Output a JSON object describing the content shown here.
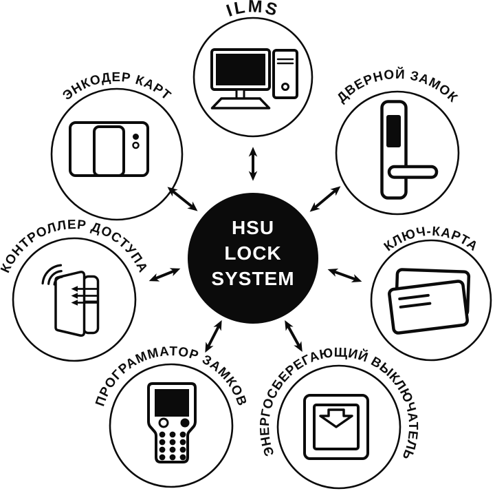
{
  "hub": {
    "id": "hsu-lock-system",
    "label": "HSU LOCK SYSTEM",
    "label_lines": [
      "HSU",
      "LOCK",
      "SYSTEM"
    ]
  },
  "nodes": [
    {
      "id": "ilms",
      "label": "ILMS",
      "icon": "desktop-computer-icon"
    },
    {
      "id": "door-lock",
      "label": "ДВЕРНОЙ ЗАМОК",
      "icon": "door-lock-icon"
    },
    {
      "id": "key-card",
      "label": "КЛЮЧ-КАРТА",
      "icon": "key-cards-icon"
    },
    {
      "id": "energy-saving-switch",
      "label": "ЭНЕРГОСБЕРЕГАЮЩИЙ ВЫКЛЮЧАТЕЛЬ",
      "icon": "energy-saving-switch-icon"
    },
    {
      "id": "lock-programmer",
      "label": "ПРОГРАММАТОР ЗАМКОВ",
      "icon": "handheld-programmer-icon"
    },
    {
      "id": "access-controller",
      "label": "КОНТРОЛЛЕР ДОСТУПА",
      "icon": "access-controller-icon"
    },
    {
      "id": "card-encoder",
      "label": "ЭНКОДЕР КАРТ",
      "icon": "card-encoder-icon"
    }
  ],
  "connections": [
    {
      "from": "hsu-lock-system",
      "to": "ilms",
      "style": "double-arrow"
    },
    {
      "from": "hsu-lock-system",
      "to": "door-lock",
      "style": "double-arrow"
    },
    {
      "from": "hsu-lock-system",
      "to": "key-card",
      "style": "double-arrow"
    },
    {
      "from": "hsu-lock-system",
      "to": "energy-saving-switch",
      "style": "double-arrow"
    },
    {
      "from": "hsu-lock-system",
      "to": "lock-programmer",
      "style": "double-arrow"
    },
    {
      "from": "hsu-lock-system",
      "to": "access-controller",
      "style": "double-arrow"
    },
    {
      "from": "hsu-lock-system",
      "to": "card-encoder",
      "style": "double-arrow"
    }
  ],
  "colors": {
    "foreground": "#0b0b0b",
    "background": "#ffffff",
    "hub_fill": "#0b0b0b",
    "hub_text": "#ffffff"
  }
}
